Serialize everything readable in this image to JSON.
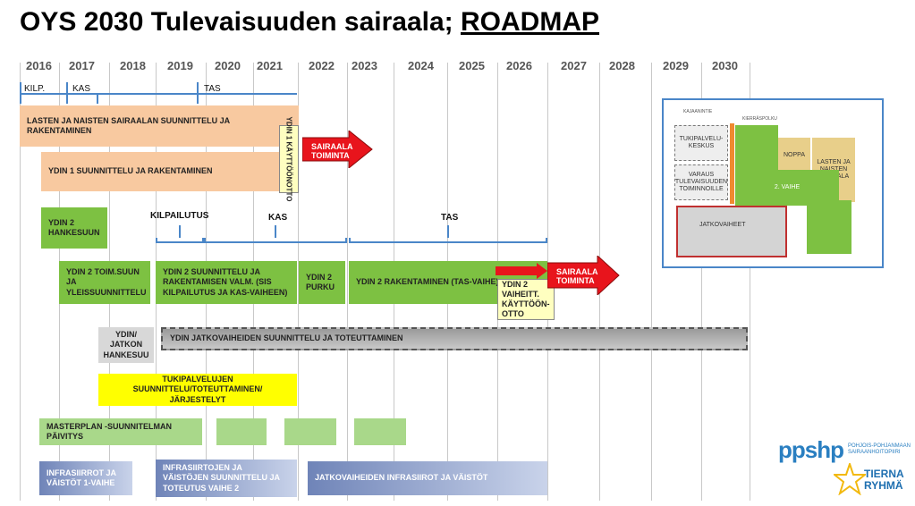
{
  "title": {
    "main": "OYS 2030 Tulevaisuuden sairaala; ",
    "underlined": "ROADMAP"
  },
  "years": [
    "2016",
    "2017",
    "2018",
    "2019",
    "2020",
    "2021",
    "2022",
    "2023",
    "2024",
    "2025",
    "2026",
    "2027",
    "2028",
    "2029",
    "2030"
  ],
  "phases": {
    "kilp": "KILP.",
    "kas": "KAS",
    "tas": "TAS"
  },
  "ydin2_phases": {
    "kilpailutus": "KILPAILUTUS",
    "kas": "KAS",
    "tas": "TAS"
  },
  "bars": {
    "lasten": "LASTEN JA NAISTEN SAIRAALAN SUUNNITTELU JA RAKENTAMINEN",
    "ydin1": "YDIN 1 SUUNNITTELU JA RAKENTAMINEN",
    "ydin1_kayttoonotto": "YDIN 1 KÄYTTÖÖNOTTO",
    "sairaala_toiminta_1": "SAIRAALA TOIMINTA",
    "ydin2_hankesuun": "YDIN 2 HANKESUUN",
    "ydin2_toim": "YDIN 2 TOIM.SUUN JA YLEISSUUNNITTELU",
    "ydin2_suunnittelu": "YDIN 2 SUUNNITTELU JA RAKENTAMISEN VALM. (SIS KILPAILUTUS JA KAS-VAIHEEN)",
    "ydin2_purku": "YDIN 2 PURKU",
    "ydin2_rakentaminen": "YDIN 2 RAKENTAMINEN (TAS-VAIHE)",
    "ydin2_kayttoonotto": "YDIN 2 VAIHEITT. KÄYTTÖÖN-OTTO",
    "sairaala_toiminta_2": "SAIRAALA TOIMINTA",
    "ydin_jatkon": "YDIN/ JATKON HANKESUU",
    "ydin_jatkovaiheiden": "YDIN JATKOVAIHEIDEN SUUNNITTELU JA TOTEUTTAMINEN",
    "tukipalvelujen": "TUKIPALVELUJEN SUUNNITTELU/TOTEUTTAMINEN/ JÄRJESTELYT",
    "masterplan": "MASTERPLAN -SUUNNITELMAN PÄIVITYS",
    "infra1": "INFRASIIRROT JA VÄISTÖT 1-VAIHE",
    "infra2": "INFRASIIRTOJEN JA VÄISTÖJEN SUUNNITTELU JA TOTEUTUS VAIHE 2",
    "infra3": "JATKOVAIHEIDEN INFRASIIROT JA VÄISTÖT"
  },
  "map": {
    "top_label_1": "KAJAANINTIE",
    "top_label_2": "KIERRÄSPOLKU",
    "tukipalvelukeskus": "TUKIPALVELU-KESKUS",
    "varaus": "VARAUS TULEVAISUUDEN TOIMINNOILLE",
    "noppa": "NOPPA",
    "lasten_naisten": "LASTEN JA NAISTEN SAIRAALA",
    "vaihe2": "2. VAIHE",
    "jatkovaiheet": "JATKOVAIHEET"
  },
  "logos": {
    "ppshp": "ppshp",
    "ppshp_sub": "POHJOIS-POHJANMAAN SAIRAANHOITOPIIRI",
    "tierna": "TIERNA RYHMÄ"
  },
  "colors": {
    "orange": "#f8c9a0",
    "green": "#7dc142",
    "yellow": "#ffff00",
    "gray": "#d8d8d8",
    "blue_grad_dark": "#7a8fc0",
    "red": "#e8141c",
    "light_green": "#a9d88a",
    "year": "#555555"
  }
}
